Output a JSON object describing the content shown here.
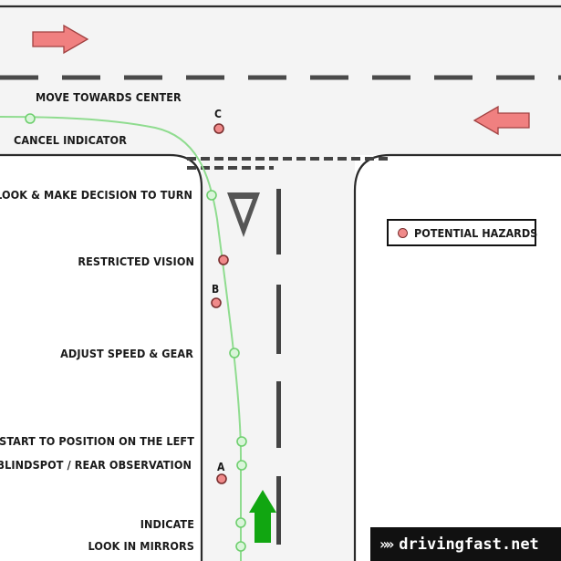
{
  "labels": {
    "move_towards_center": "MOVE TOWARDS CENTER",
    "cancel_indicator": "CANCEL INDICATOR",
    "look_decision": "LOOK & MAKE DECISION TO TURN",
    "restricted_vision": "RESTRICTED VISION",
    "adjust_speed": "ADJUST SPEED & GEAR",
    "start_position": "START TO POSITION ON THE LEFT",
    "blindspot": "BLINDSPOT / REAR OBSERVATION",
    "indicate": "INDICATE",
    "look_mirrors": "LOOK IN MIRRORS"
  },
  "hazards": {
    "a": "A",
    "b": "B",
    "c": "C"
  },
  "legend": {
    "potential_hazards": "POTENTIAL HAZARDS"
  },
  "brand": {
    "chevrons": "»»",
    "name": "drivingfast.net"
  },
  "colors": {
    "road": "#f4f4f4",
    "road_edge": "#2a2a2a",
    "path": "#8fdc8f",
    "path_point": "#d9f5d9",
    "hazard": "#f08a8a",
    "traffic_arrow": "#f08080",
    "vehicle_arrow": "#11a611"
  }
}
